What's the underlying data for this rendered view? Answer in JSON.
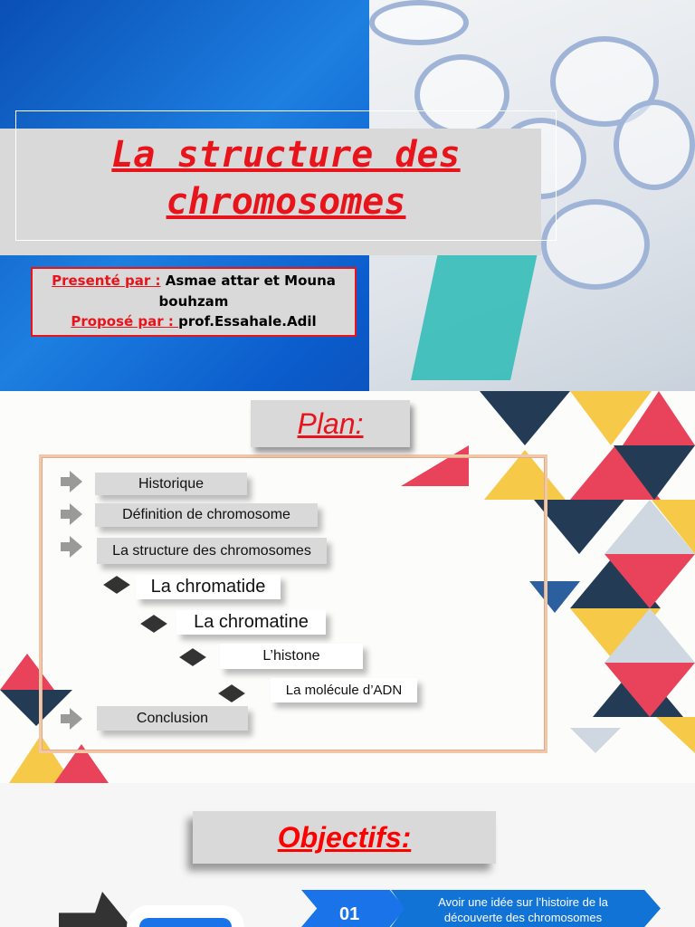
{
  "slide1": {
    "title": "La structure des chromosomes",
    "presented_label": "Presenté par :",
    "presented_value": " Asmae attar et Mouna bouhzam",
    "proposed_label": "Proposé par : ",
    "proposed_value": "prof.Essahale.Adil"
  },
  "slide2": {
    "title": "Plan:",
    "items": [
      "Historique",
      "Définition de chromosome",
      "La structure des chromosomes",
      "La chromatide",
      "La chromatine",
      "L’histone",
      "La molécule d’ADN",
      "Conclusion"
    ]
  },
  "slide3": {
    "title": "Objectifs:",
    "objectives": [
      {
        "number": "01",
        "text": "Avoir une idée sur l’histoire de la découverte des chromosomes"
      }
    ]
  },
  "colors": {
    "accent_red": "#e8141b",
    "blue": "#1273d6",
    "grey_box": "#d9d9d9"
  }
}
